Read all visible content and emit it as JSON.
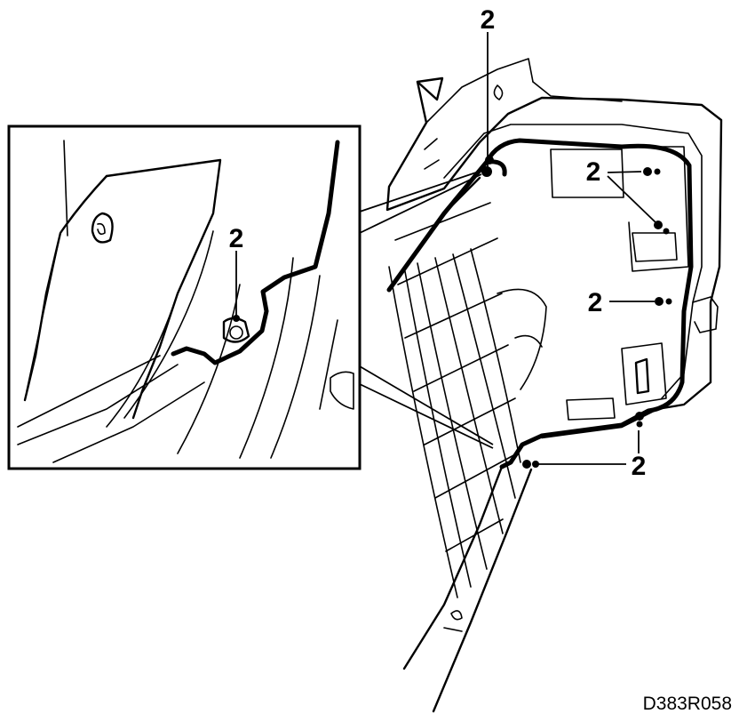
{
  "callouts": {
    "top": "2",
    "inset": "2",
    "upper_right": "2",
    "middle_right": "2",
    "lower_right": "2",
    "bottom": "2"
  },
  "figure_id": "D383R058"
}
